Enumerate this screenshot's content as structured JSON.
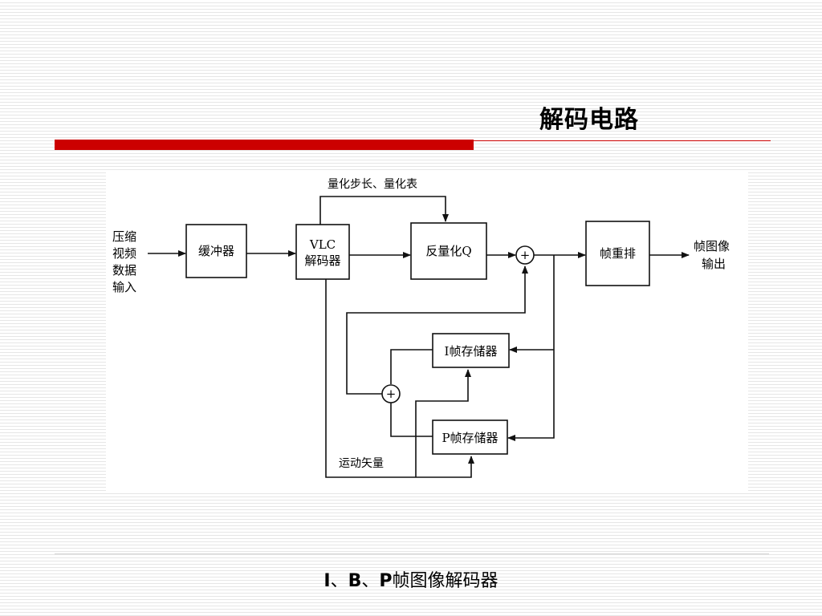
{
  "slide": {
    "title": "解码电路",
    "caption": {
      "i": "I",
      "sep1": "、",
      "b": "B",
      "sep2": "、",
      "p": "P",
      "rest": "帧图像解码器"
    }
  },
  "diagram": {
    "input_label": [
      "压缩",
      "视频",
      "数据",
      "输入"
    ],
    "output_label": [
      "帧图像",
      "输出"
    ],
    "blocks": {
      "buffer": "缓冲器",
      "vlc_line1": "VLC",
      "vlc_line2": "解码器",
      "dequant": "反量化Q",
      "reorder": "帧重排",
      "i_frame_store": "I帧存储器",
      "p_frame_store": "P帧存储器"
    },
    "adders": {
      "symbol": "+"
    },
    "edge_labels": {
      "quant_info": "量化步长、量化表",
      "motion_vector": "运动矢量"
    }
  }
}
